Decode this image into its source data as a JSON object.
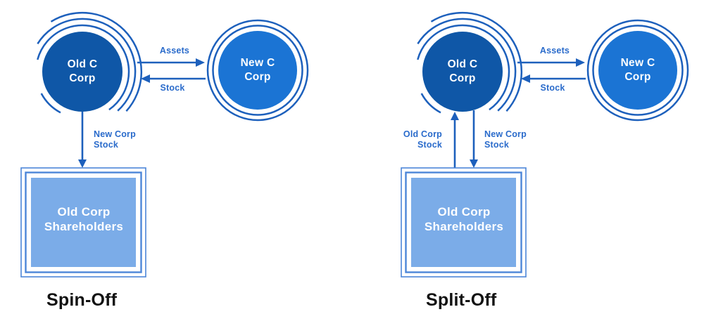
{
  "panels": [
    {
      "title": "Spin-Off",
      "nodes": {
        "old_corp": "Old C Corp",
        "new_corp": "New C Corp",
        "shareholders": "Old Corp Shareholders"
      },
      "edges": {
        "assets": "Assets",
        "stock": "Stock",
        "new_corp_stock": "New Corp Stock"
      }
    },
    {
      "title": "Split-Off",
      "nodes": {
        "old_corp": "Old C Corp",
        "new_corp": "New C Corp",
        "shareholders": "Old Corp Shareholders"
      },
      "edges": {
        "assets": "Assets",
        "stock": "Stock",
        "old_corp_stock": "Old Corp Stock",
        "new_corp_stock": "New Corp Stock"
      }
    }
  ],
  "colors": {
    "old_corp_fill": "#0F57A7",
    "new_corp_fill": "#1B74D4",
    "shareholders_fill": "#7BACE8",
    "stroke_blue": "#1D60BC",
    "label_blue": "#2A6BCB",
    "box_border_blue": "#4C86D8",
    "title_text": "#121212",
    "background": "#FFFFFF"
  }
}
